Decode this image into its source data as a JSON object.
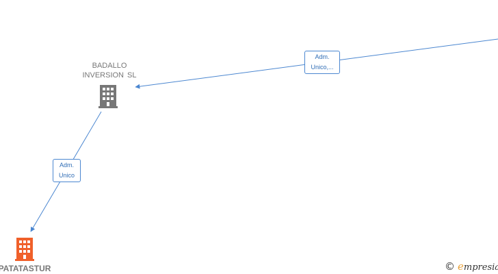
{
  "nodes": {
    "badallo": {
      "line1": "BADALLO",
      "line2": "INVERSION  SL",
      "color": "#777777"
    },
    "patatastur": {
      "label": "PATATASTUR",
      "color": "#f0602a"
    }
  },
  "edges": {
    "top": {
      "line1": "Adm.",
      "line2": "Unico,..."
    },
    "left": {
      "line1": "Adm.",
      "line2": "Unico"
    }
  },
  "brand": {
    "copyright": "©",
    "initial": "e",
    "name": "mpresia"
  },
  "colors": {
    "edge": "#4a86d0",
    "edge_text": "#2f6db5"
  }
}
